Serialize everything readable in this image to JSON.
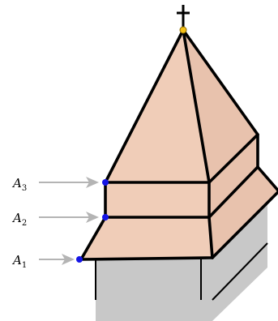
{
  "diagram": {
    "labels": [
      {
        "name": "A",
        "sub": "3"
      },
      {
        "name": "A",
        "sub": "2"
      },
      {
        "name": "A",
        "sub": "1"
      }
    ],
    "colors": {
      "roof": "#f0cdb8",
      "roof_dark": "#e8c2ad",
      "walls": "#c8c8c8",
      "arrow": "#b4b4b4",
      "point_blue": "#1414e6",
      "point_apex": "#f5c016"
    },
    "icons": [
      "cross-icon"
    ]
  }
}
